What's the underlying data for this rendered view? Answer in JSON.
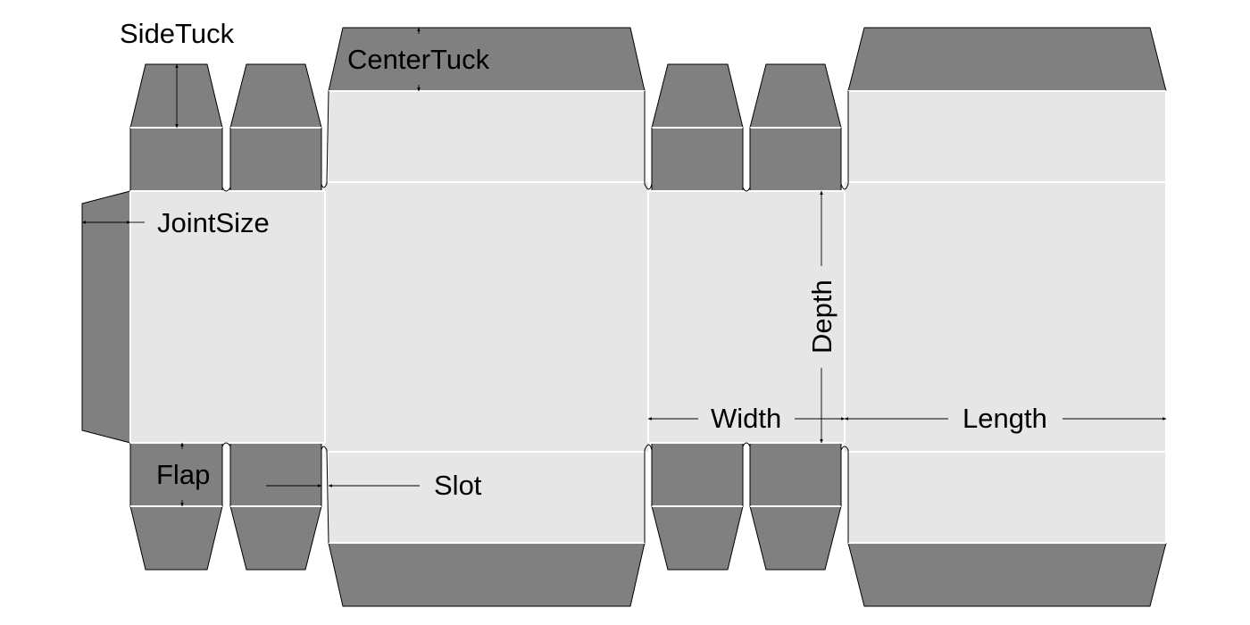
{
  "labels": {
    "side_tuck": "SideTuck",
    "center_tuck": "CenterTuck",
    "joint_size": "JointSize",
    "depth": "Depth",
    "width": "Width",
    "length": "Length",
    "flap": "Flap",
    "slot": "Slot"
  },
  "colors": {
    "flap_fill": "#808080",
    "panel_fill": "#e6e6e6",
    "fold_line": "#ffffff",
    "outline": "#000000"
  }
}
